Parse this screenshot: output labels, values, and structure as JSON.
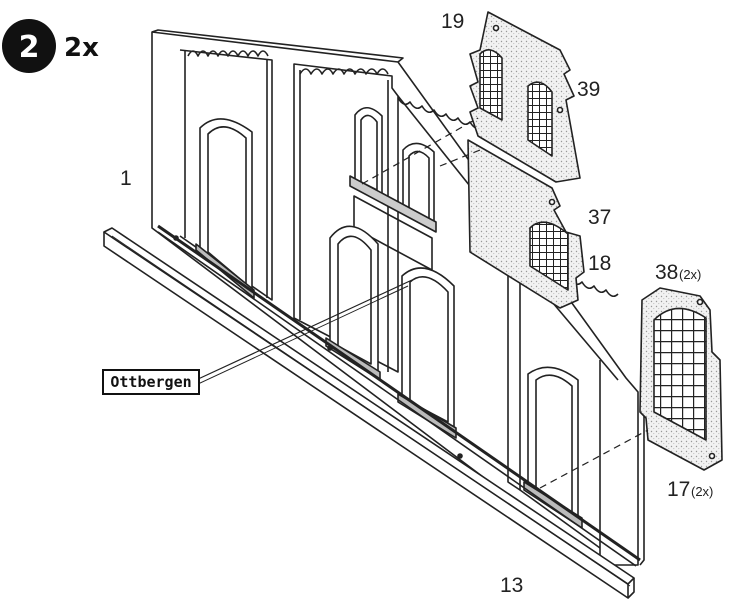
{
  "step": {
    "number": "2",
    "multiplier": "2x"
  },
  "labels": {
    "part_1": "1",
    "part_13": "13",
    "part_19": "19",
    "part_39": "39",
    "part_37": "37",
    "part_18": "18",
    "part_38": "38",
    "part_38_qty": "(2x)",
    "part_17": "17",
    "part_17_qty": "(2x)"
  },
  "sign": {
    "text": "Ottbergen"
  }
}
